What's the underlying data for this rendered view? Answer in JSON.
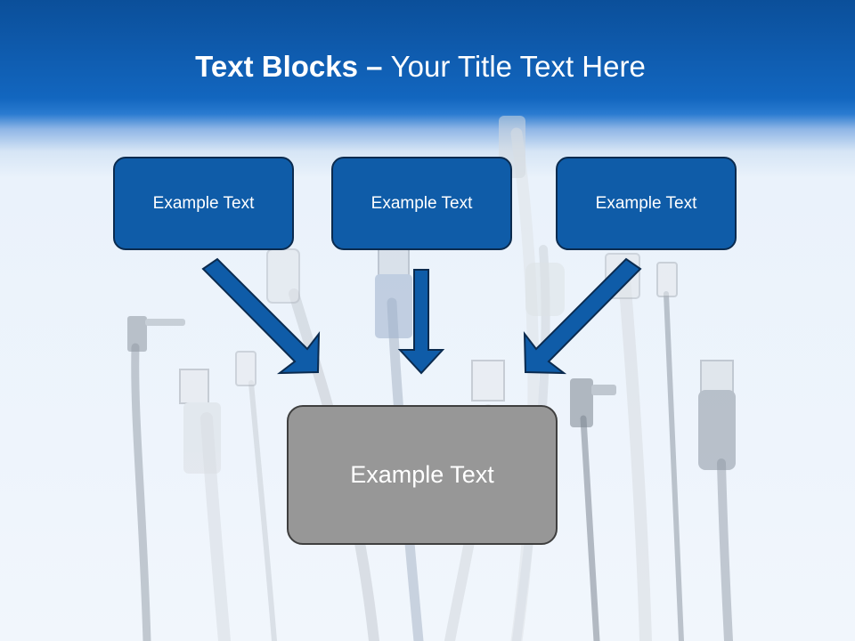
{
  "slide": {
    "title_bold": "Text Blocks",
    "title_dash": " – ",
    "title_rest": "Your Title Text Here",
    "boxes": [
      {
        "label": "Example Text"
      },
      {
        "label": "Example Text"
      },
      {
        "label": "Example Text"
      }
    ],
    "center_box": {
      "label": "Example Text"
    }
  },
  "colors": {
    "header_blue": "#1266bf",
    "box_fill": "#0f5ca8",
    "box_border": "#0b2b4f",
    "center_fill": "#979797",
    "center_border": "#3f3f3f"
  },
  "icons": [
    "arrow-down-right-icon",
    "arrow-down-icon",
    "arrow-down-left-icon"
  ]
}
